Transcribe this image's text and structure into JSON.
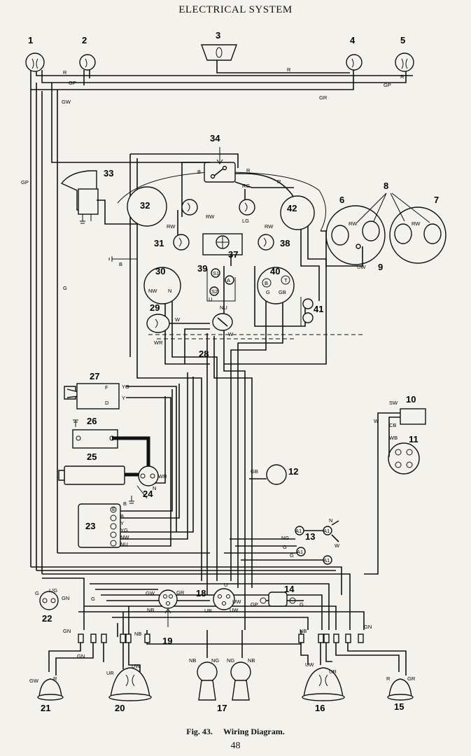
{
  "header": {
    "title": "ELECTRICAL SYSTEM"
  },
  "caption": {
    "figure": "Fig. 43.",
    "text": "Wiring Diagram."
  },
  "page_number": "48",
  "components": {
    "n1": "1",
    "n2": "2",
    "n3": "3",
    "n4": "4",
    "n5": "5",
    "n6": "6",
    "n7": "7",
    "n8": "8",
    "n9": "9",
    "n10": "10",
    "n11": "11",
    "n12": "12",
    "n13": "13",
    "n14": "14",
    "n15": "15",
    "n16": "16",
    "n17": "17",
    "n18": "18",
    "n19": "19",
    "n20": "20",
    "n21": "21",
    "n22": "22",
    "n23": "23",
    "n24": "24",
    "n25": "25",
    "n26": "26",
    "n27": "27",
    "n28": "28",
    "n29": "29",
    "n30": "30",
    "n31": "31",
    "n32": "32",
    "n33": "33",
    "n34": "34",
    "n37": "37",
    "n38": "38",
    "n39": "39",
    "n40": "40",
    "n41": "41",
    "n42": "42"
  },
  "wire_labels": {
    "R": "R",
    "GP": "GP",
    "GW": "GW",
    "GR": "GR",
    "G": "G",
    "B": "B",
    "RW": "RW",
    "RG": "RG",
    "LG": "LG",
    "NW": "NW",
    "N": "N",
    "W": "W",
    "WR": "WR",
    "U": "U",
    "NU": "NU",
    "S1": "S1",
    "S2": "S2",
    "A": "A",
    "UW": "UW",
    "YG": "YG",
    "Y": "Y",
    "F": "F",
    "D": "D",
    "E": "E",
    "A1": "A1",
    "GB": "GB",
    "NG": "NG",
    "SW": "SW",
    "CB": "CB",
    "WB": "WB",
    "LG_slash": "L/G",
    "GN": "GN",
    "NB": "NB",
    "UR": "UR",
    "T": "T"
  }
}
